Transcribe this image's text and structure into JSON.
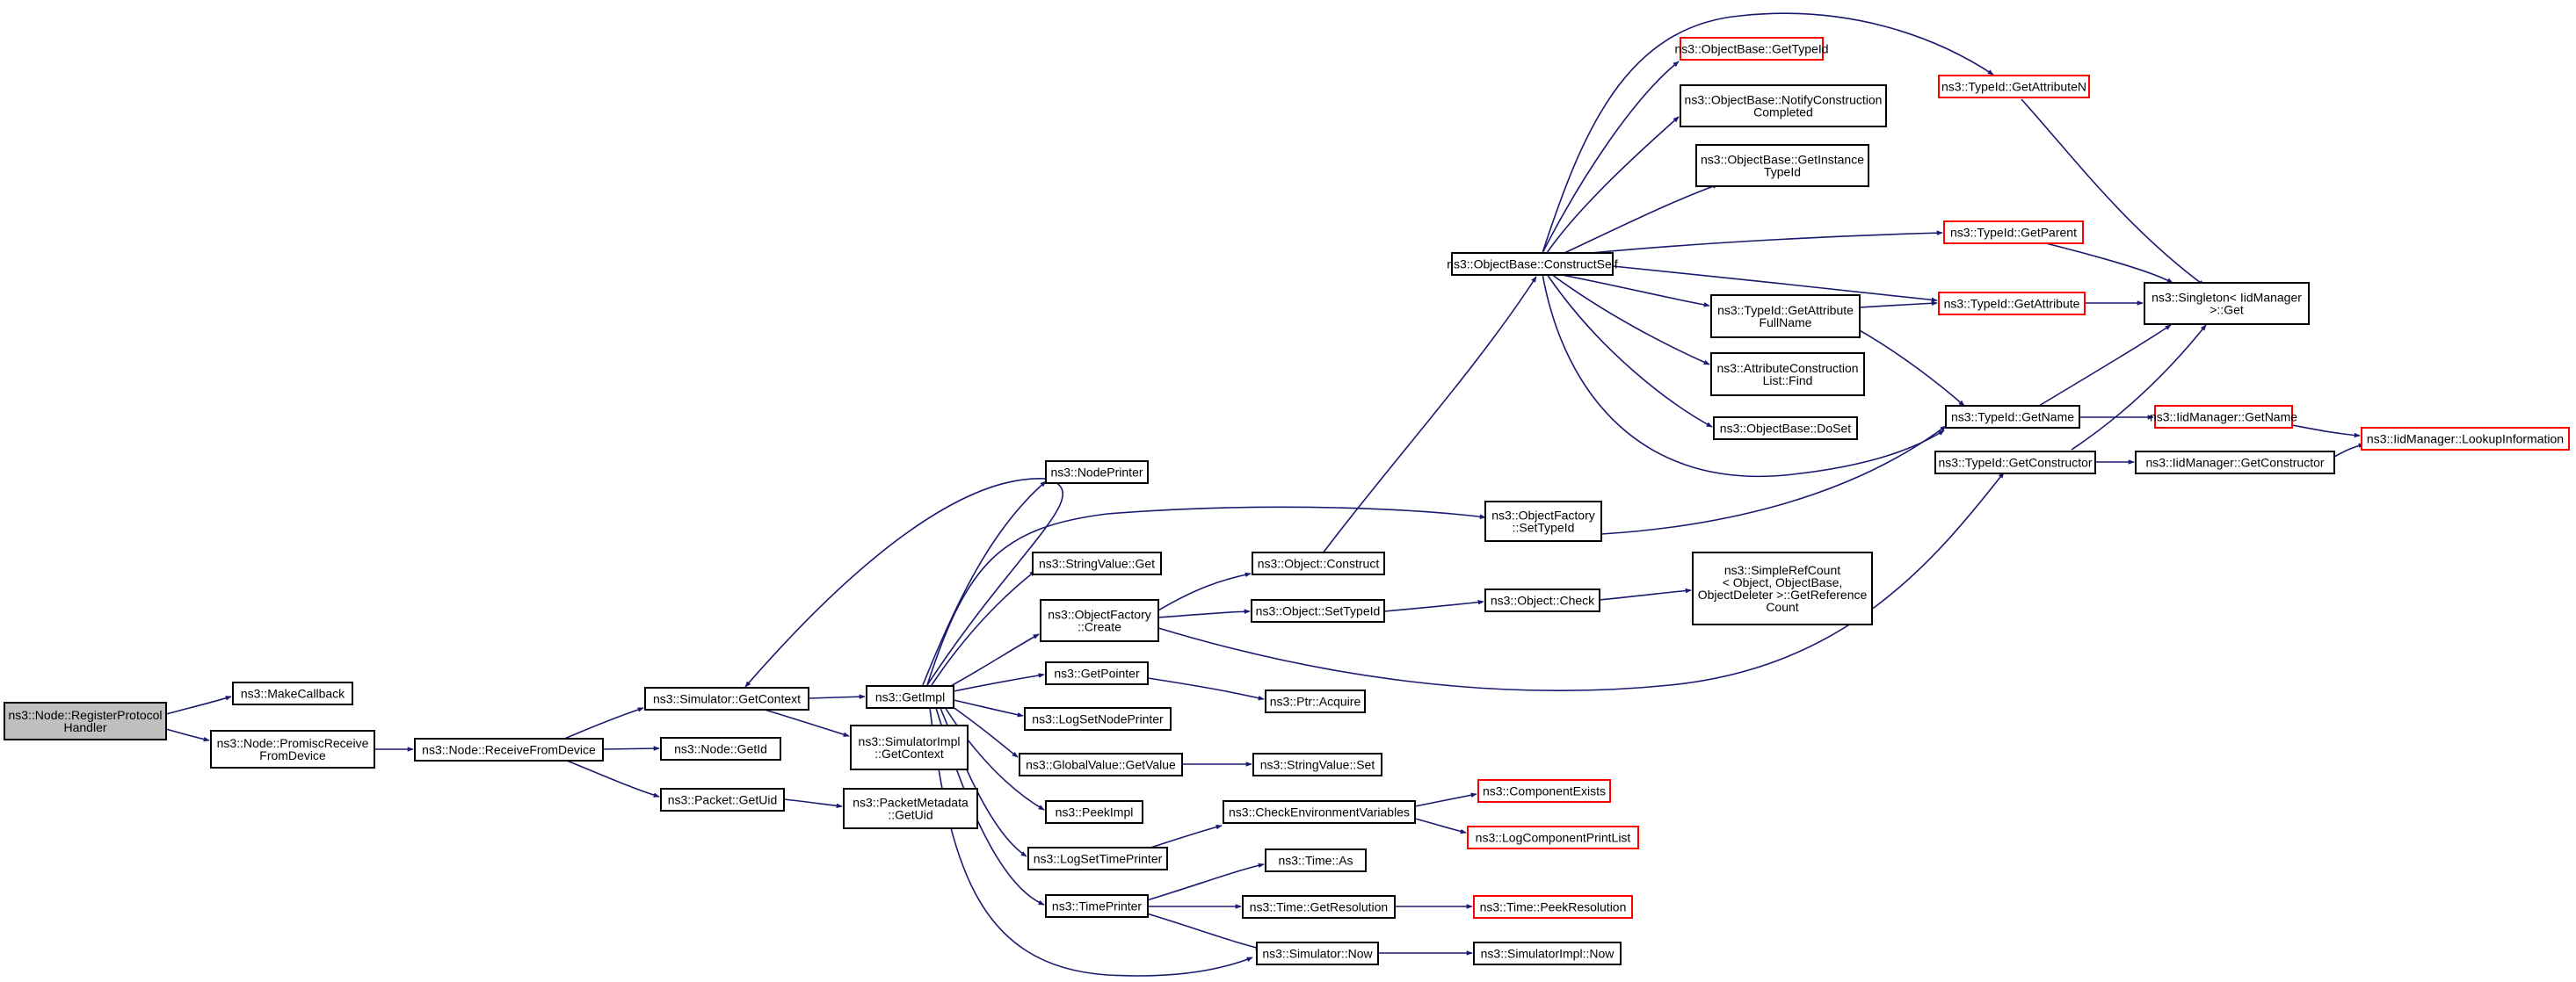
{
  "colors": {
    "edge": "#191970",
    "node_border": "#000000",
    "truncated_border": "#ff0000",
    "root_fill": "#bfbfbf",
    "node_fill": "#ffffff"
  },
  "nodes": [
    {
      "id": "register",
      "lines": [
        "ns3::Node::RegisterProtocol",
        "Handler"
      ],
      "root": true
    },
    {
      "id": "makecallback",
      "lines": [
        "ns3::MakeCallback"
      ]
    },
    {
      "id": "promisc",
      "lines": [
        "ns3::Node::PromiscReceive",
        "FromDevice"
      ]
    },
    {
      "id": "receivefromdevice",
      "lines": [
        "ns3::Node::ReceiveFromDevice"
      ]
    },
    {
      "id": "simgetcontext",
      "lines": [
        "ns3::Simulator::GetContext"
      ]
    },
    {
      "id": "nodegetid",
      "lines": [
        "ns3::Node::GetId"
      ]
    },
    {
      "id": "packetgetuid",
      "lines": [
        "ns3::Packet::GetUid"
      ]
    },
    {
      "id": "getimpl",
      "lines": [
        "ns3::GetImpl"
      ]
    },
    {
      "id": "simimplgetcontext",
      "lines": [
        "ns3::SimulatorImpl",
        "::GetContext"
      ]
    },
    {
      "id": "metadatagetuid",
      "lines": [
        "ns3::PacketMetadata",
        "::GetUid"
      ]
    },
    {
      "id": "nodeprinter",
      "lines": [
        "ns3::NodePrinter"
      ]
    },
    {
      "id": "stringvalueget",
      "lines": [
        "ns3::StringValue::Get"
      ]
    },
    {
      "id": "objfactorycreate",
      "lines": [
        "ns3::ObjectFactory",
        "::Create"
      ]
    },
    {
      "id": "getpointer",
      "lines": [
        "ns3::GetPointer"
      ]
    },
    {
      "id": "logsetnodeprinter",
      "lines": [
        "ns3::LogSetNodePrinter"
      ]
    },
    {
      "id": "globalvaluegetvalue",
      "lines": [
        "ns3::GlobalValue::GetValue"
      ]
    },
    {
      "id": "peekimpl",
      "lines": [
        "ns3::PeekImpl"
      ]
    },
    {
      "id": "logsettimeprinter",
      "lines": [
        "ns3::LogSetTimePrinter"
      ]
    },
    {
      "id": "timeprinter",
      "lines": [
        "ns3::TimePrinter"
      ]
    },
    {
      "id": "objectconstruct",
      "lines": [
        "ns3::Object::Construct"
      ]
    },
    {
      "id": "objectsettypeid",
      "lines": [
        "ns3::Object::SetTypeId"
      ]
    },
    {
      "id": "ptracquire",
      "lines": [
        "ns3::Ptr::Acquire"
      ]
    },
    {
      "id": "stringvalueset",
      "lines": [
        "ns3::StringValue::Set"
      ]
    },
    {
      "id": "checkenv",
      "lines": [
        "ns3::CheckEnvironmentVariables"
      ]
    },
    {
      "id": "timeas",
      "lines": [
        "ns3::Time::As"
      ]
    },
    {
      "id": "timegetresolution",
      "lines": [
        "ns3::Time::GetResolution"
      ]
    },
    {
      "id": "simulatornow",
      "lines": [
        "ns3::Simulator::Now"
      ]
    },
    {
      "id": "objfactorysettypeid",
      "lines": [
        "ns3::ObjectFactory",
        "::SetTypeId"
      ]
    },
    {
      "id": "objectcheck",
      "lines": [
        "ns3::Object::Check"
      ]
    },
    {
      "id": "simplerefcount",
      "lines": [
        "ns3::SimpleRefCount",
        "< Object, ObjectBase,",
        "ObjectDeleter >::GetReference",
        "Count"
      ]
    },
    {
      "id": "componentexists",
      "lines": [
        "ns3::ComponentExists"
      ],
      "truncated": true
    },
    {
      "id": "logcomponentprintlist",
      "lines": [
        "ns3::LogComponentPrintList"
      ],
      "truncated": true
    },
    {
      "id": "timepeekresolution",
      "lines": [
        "ns3::Time::PeekResolution"
      ],
      "truncated": true
    },
    {
      "id": "simimplnow",
      "lines": [
        "ns3::SimulatorImpl::Now"
      ]
    },
    {
      "id": "constructself",
      "lines": [
        "ns3::ObjectBase::ConstructSelf"
      ]
    },
    {
      "id": "objbasegettypeid",
      "lines": [
        "ns3::ObjectBase::GetTypeId"
      ],
      "truncated": true
    },
    {
      "id": "notifyconstruction",
      "lines": [
        "ns3::ObjectBase::NotifyConstruction",
        "Completed"
      ]
    },
    {
      "id": "getinstancetypeid",
      "lines": [
        "ns3::ObjectBase::GetInstance",
        "TypeId"
      ]
    },
    {
      "id": "getattributefullname",
      "lines": [
        "ns3::TypeId::GetAttribute",
        "FullName"
      ]
    },
    {
      "id": "attrconstructionfind",
      "lines": [
        "ns3::AttributeConstruction",
        "List::Find"
      ]
    },
    {
      "id": "objbasedoset",
      "lines": [
        "ns3::ObjectBase::DoSet"
      ]
    },
    {
      "id": "getattributen",
      "lines": [
        "ns3::TypeId::GetAttributeN"
      ],
      "truncated": true
    },
    {
      "id": "getparent",
      "lines": [
        "ns3::TypeId::GetParent"
      ],
      "truncated": true
    },
    {
      "id": "getattribute",
      "lines": [
        "ns3::TypeId::GetAttribute"
      ],
      "truncated": true
    },
    {
      "id": "typeidgetname",
      "lines": [
        "ns3::TypeId::GetName"
      ]
    },
    {
      "id": "typeidgetconstructor",
      "lines": [
        "ns3::TypeId::GetConstructor"
      ]
    },
    {
      "id": "singletonget",
      "lines": [
        "ns3::Singleton< IidManager",
        ">::Get"
      ]
    },
    {
      "id": "iidgetname",
      "lines": [
        "ns3::IidManager::GetName"
      ],
      "truncated": true
    },
    {
      "id": "iidgetconstructor",
      "lines": [
        "ns3::IidManager::GetConstructor"
      ]
    },
    {
      "id": "lookupinformation",
      "lines": [
        "ns3::IidManager::LookupInformation"
      ],
      "truncated": true
    }
  ]
}
